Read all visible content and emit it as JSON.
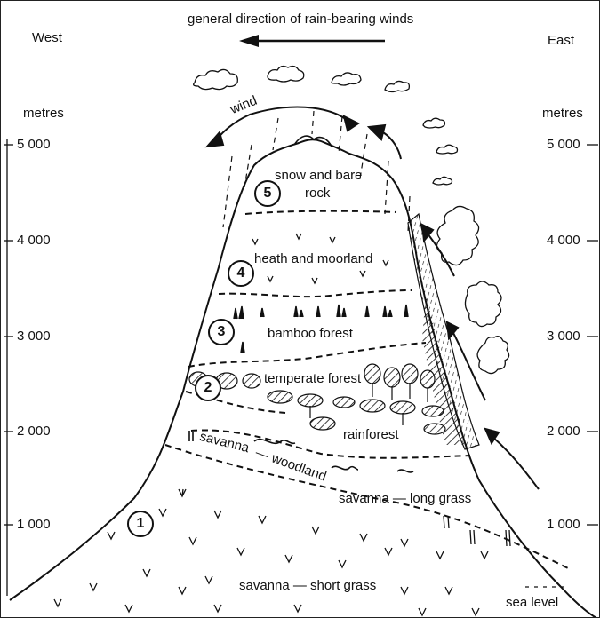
{
  "title": "general direction of rain-bearing winds",
  "west_label": "West",
  "east_label": "East",
  "axis_unit_left": "metres",
  "axis_unit_right": "metres",
  "ticks": [
    "5 000",
    "4 000",
    "3 000",
    "2 000",
    "1 000"
  ],
  "wind_label": "wind",
  "sea_level_label": "sea level",
  "zones": [
    {
      "number": "5",
      "label_line1": "snow and bare",
      "label_line2": "rock"
    },
    {
      "number": "4",
      "label": "heath and moorland"
    },
    {
      "number": "3",
      "label": "bamboo forest"
    },
    {
      "number": "2",
      "label": "temperate forest"
    },
    {
      "label": "rainforest"
    },
    {
      "label_part1": "savanna",
      "label_part2": "— woodland"
    },
    {
      "label": "savanna — long grass"
    },
    {
      "number": "1",
      "label": "savanna — short grass"
    }
  ],
  "colors": {
    "ink": "#111111",
    "background": "#ffffff"
  }
}
